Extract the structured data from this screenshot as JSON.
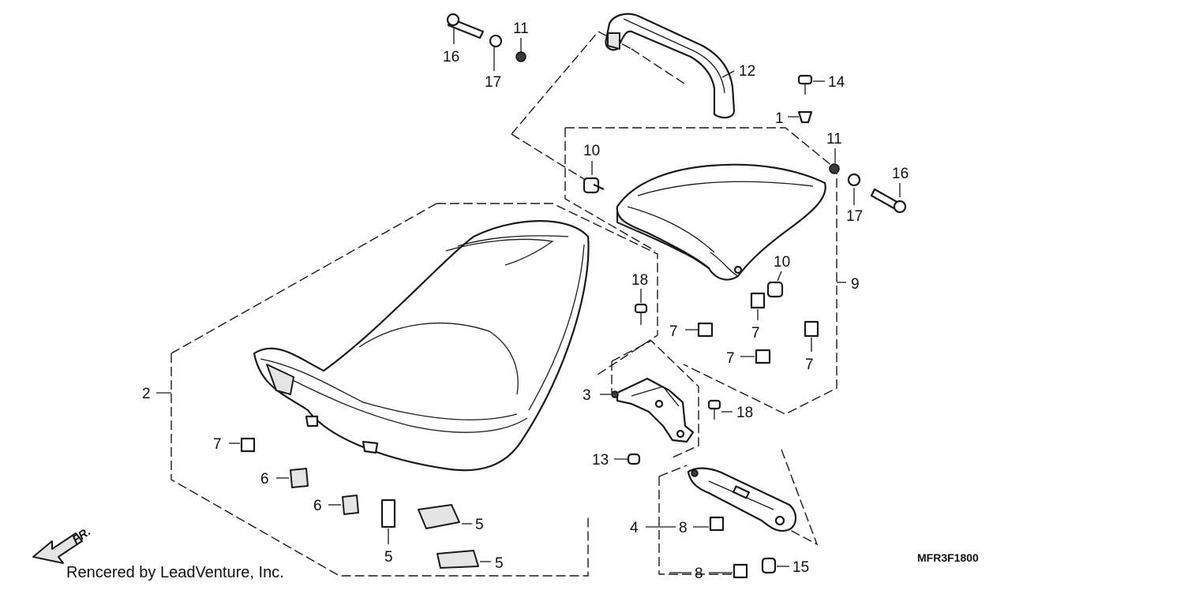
{
  "callouts": {
    "c1": "1",
    "c2": "2",
    "c3": "3",
    "c4": "4",
    "c5a": "5",
    "c5b": "5",
    "c5c": "5",
    "c6a": "6",
    "c6b": "6",
    "c7a": "7",
    "c7b": "7",
    "c7c": "7",
    "c7d": "7",
    "c7e": "7",
    "c8a": "8",
    "c8b": "8",
    "c9": "9",
    "c10a": "10",
    "c10b": "10",
    "c11a": "11",
    "c11b": "11",
    "c12": "12",
    "c13": "13",
    "c14": "14",
    "c15": "15",
    "c16a": "16",
    "c16b": "16",
    "c17a": "17",
    "c17b": "17",
    "c18a": "18",
    "c18b": "18"
  },
  "footer": {
    "credit": "Rencered by LeadVenture, Inc.",
    "diagram_code": "MFR3F1800",
    "direction": "FR."
  },
  "colors": {
    "line": "#1a1a1a",
    "background": "#ffffff",
    "shade": "#e4e4e4"
  }
}
